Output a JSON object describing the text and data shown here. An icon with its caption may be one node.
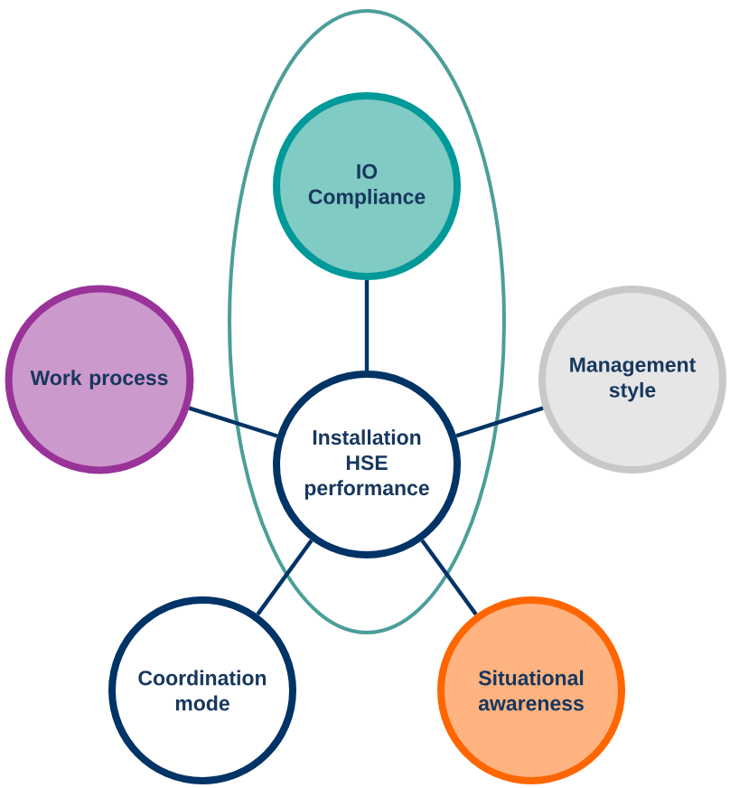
{
  "diagram": {
    "nodes": [
      {
        "text": [],
        "shape": "ellipse"
      },
      {
        "text": [
          "IO Compliance"
        ],
        "in": 0
      },
      {
        "text": [
          "Work process"
        ]
      },
      {
        "text": [
          "Management style"
        ]
      },
      {
        "text": [
          "Installation HSE performance"
        ],
        "in": 0
      },
      {
        "text": [
          "Coordination mode"
        ]
      },
      {
        "text": [
          "Situational awareness"
        ]
      }
    ],
    "edges": [
      {
        "from": 4,
        "to": 1,
        "arrow": "none"
      },
      {
        "from": 4,
        "to": 2,
        "arrow": "none"
      },
      {
        "from": 4,
        "to": 3,
        "arrow": "none"
      },
      {
        "from": 4,
        "to": 5,
        "arrow": "none"
      },
      {
        "from": 4,
        "to": 6,
        "arrow": "none"
      }
    ]
  }
}
